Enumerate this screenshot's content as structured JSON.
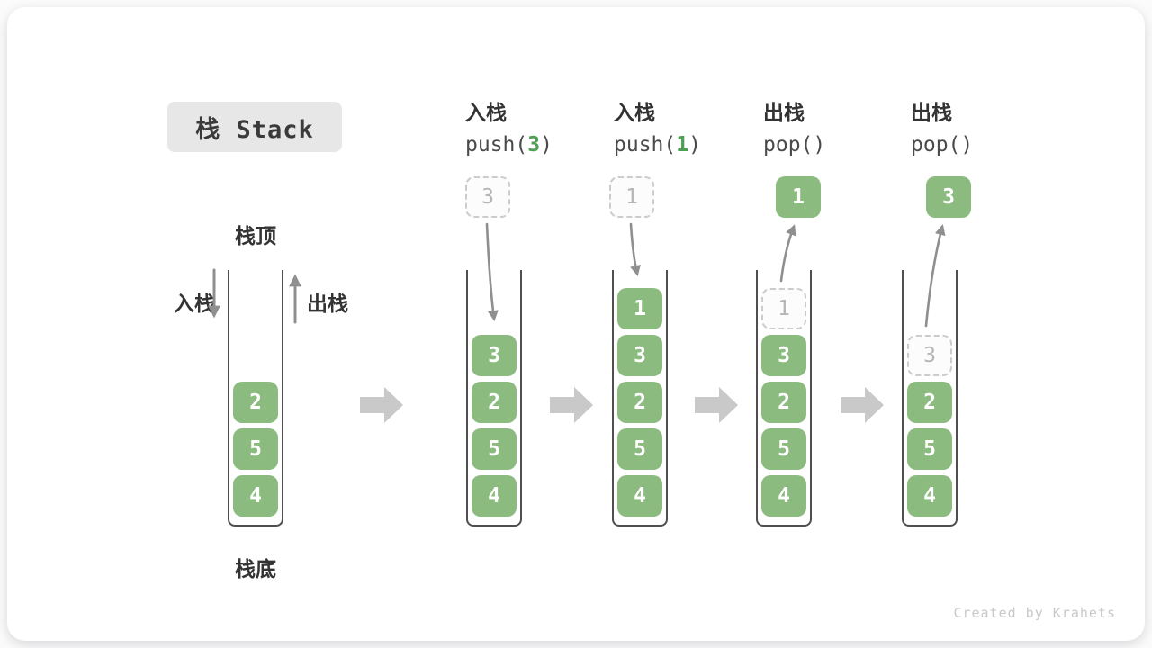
{
  "title": "栈 Stack",
  "labels": {
    "stack_top": "栈顶",
    "stack_bottom": "栈底",
    "push": "入栈",
    "pop": "出栈"
  },
  "operations": [
    {
      "name": "入栈",
      "code_prefix": "push(",
      "code_arg": "3",
      "code_suffix": ")"
    },
    {
      "name": "入栈",
      "code_prefix": "push(",
      "code_arg": "1",
      "code_suffix": ")"
    },
    {
      "name": "出栈",
      "code_prefix": "pop(",
      "code_arg": "",
      "code_suffix": ")"
    },
    {
      "name": "出栈",
      "code_prefix": "pop(",
      "code_arg": "",
      "code_suffix": ")"
    }
  ],
  "floating_boxes": [
    {
      "value": "3",
      "style": "dashed"
    },
    {
      "value": "1",
      "style": "dashed"
    },
    {
      "value": "1",
      "style": "solid"
    },
    {
      "value": "3",
      "style": "solid"
    }
  ],
  "stacks": [
    {
      "values_top_to_bottom": [
        "2",
        "5",
        "4"
      ]
    },
    {
      "values_top_to_bottom": [
        "3",
        "2",
        "5",
        "4"
      ]
    },
    {
      "values_top_to_bottom": [
        "1",
        "3",
        "2",
        "5",
        "4"
      ]
    },
    {
      "values_top_to_bottom": [
        "1",
        "3",
        "2",
        "5",
        "4"
      ],
      "popped_value": "1"
    },
    {
      "values_top_to_bottom": [
        "3",
        "2",
        "5",
        "4"
      ],
      "popped_value": "3"
    }
  ],
  "icons": {
    "flow_arrow": "right-block-arrow",
    "push_direction": "down-arrow",
    "pop_direction": "up-arrow",
    "push_motion": "curved-down-arrow",
    "pop_motion": "curved-up-arrow"
  },
  "footer": "Created by Krahets",
  "colors": {
    "green": "#8cbb80",
    "code-green": "#4d9f53",
    "dashed-border": "#cccccc",
    "dashed-text": "#b5b5b5",
    "arrow": "#8f8f8f",
    "block-arrow": "#c9c9c9",
    "wall": "#4f4f4f",
    "title-bg": "#e7e7e7",
    "text-dark": "#3a3a3a",
    "footer": "#c9c9c9"
  }
}
